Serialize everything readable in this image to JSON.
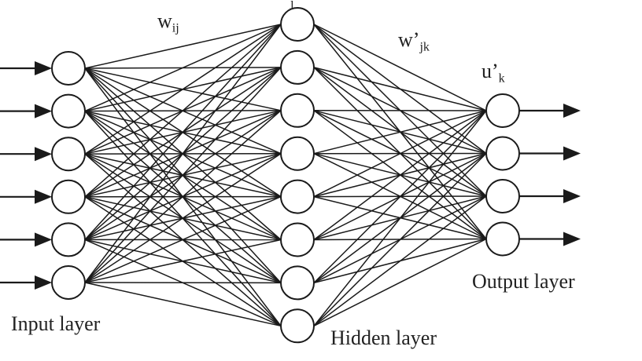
{
  "diagram": {
    "labels": {
      "input_layer": "Input layer",
      "hidden_layer": "Hidden layer",
      "output_layer": "Output layer"
    },
    "weights": {
      "input_hidden": {
        "base": "w",
        "sub": "ij"
      },
      "hidden_output": {
        "base": "w’",
        "sub": "jk"
      },
      "output_value": {
        "base": "u’",
        "sub": "k"
      },
      "hidden_value_sub": "j"
    },
    "layers": {
      "input": {
        "count": 6
      },
      "hidden": {
        "count": 8
      },
      "output": {
        "count": 4
      }
    },
    "colors": {
      "stroke": "#1a1a1a",
      "node_fill": "#ffffff",
      "background": "#ffffff"
    }
  }
}
